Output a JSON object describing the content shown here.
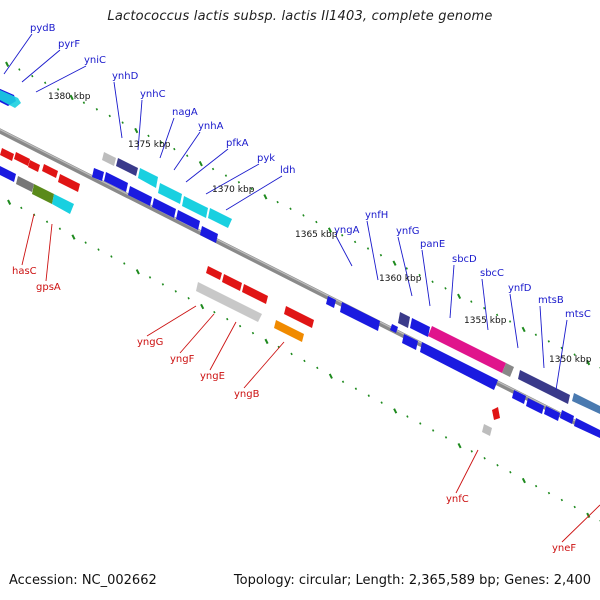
{
  "title": "Lactococcus lactis subsp. lactis Il1403, complete genome",
  "footer": {
    "accession": "Accession: NC_002662",
    "summary": "Topology: circular; Length: 2,365,589 bp; Genes: 2,400"
  },
  "ruler_labels": [
    "1380 kbp",
    "1375 kbp",
    "1370 kbp",
    "1365 kbp",
    "1360 kbp",
    "1355 kbp",
    "1350 kbp"
  ],
  "forward_gene_labels": [
    "pydB",
    "pyrF",
    "yniC",
    "ynhD",
    "ynhC",
    "nagA",
    "ynhA",
    "pfkA",
    "pyk",
    "ldh",
    "yngA",
    "ynfH",
    "ynfG",
    "panE",
    "sbcD",
    "sbcC",
    "ynfD",
    "mtsB",
    "mtsC"
  ],
  "reverse_gene_labels": [
    "hasC",
    "gpsA",
    "yngG",
    "yngF",
    "yngE",
    "yngB",
    "ynfC",
    "yneF"
  ],
  "colors": {
    "forward_label": "#1a1acc",
    "reverse_label": "#cc1111",
    "backbone": "#8a8a8a",
    "tick": "#1e8a1e",
    "blue_gene": "#1a1ae0",
    "cyan_gene": "#19d0e0",
    "red_gene": "#e01515",
    "navy_gene": "#3a3a8a",
    "magenta_gene": "#e0148c",
    "gray_gene": "#bdbdbd",
    "orange_gene": "#f08a00",
    "olive_gene": "#5a8a1a"
  }
}
